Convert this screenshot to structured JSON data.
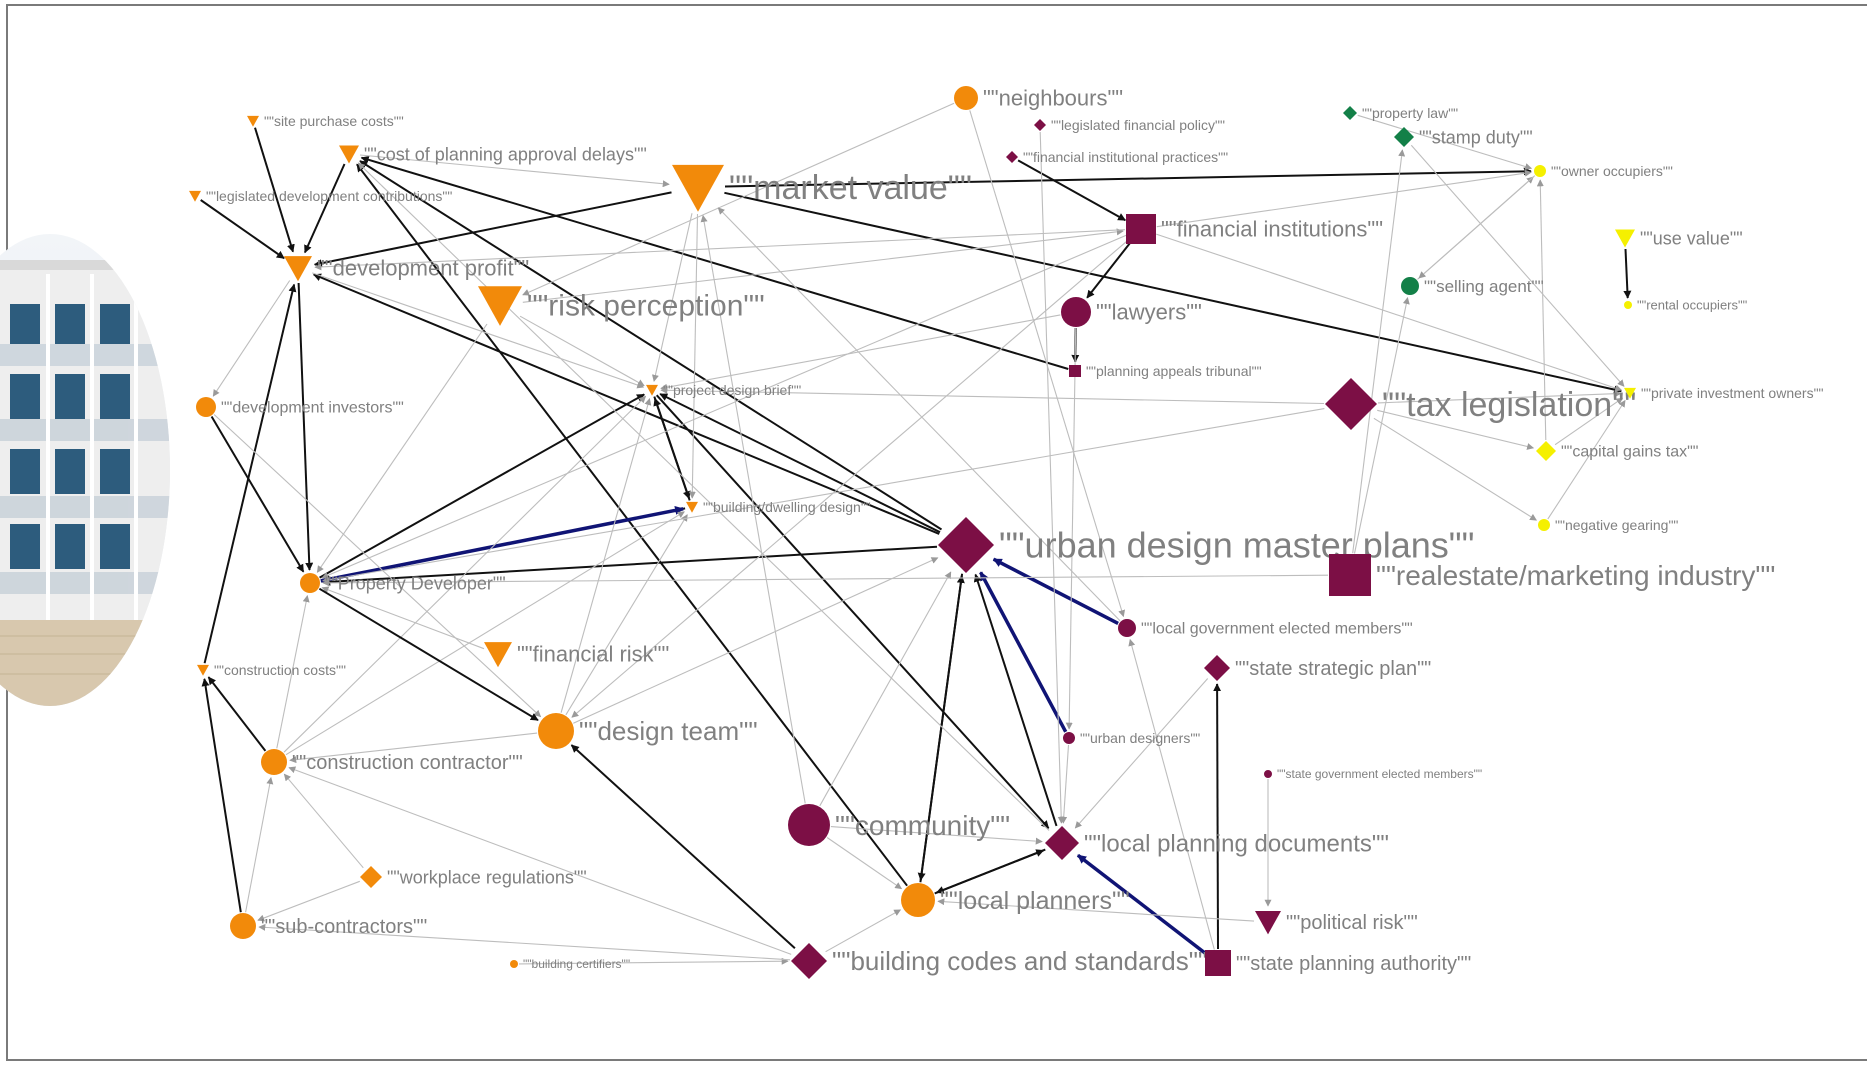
{
  "colors": {
    "orange": "#f28a0a",
    "maroon": "#7c0f45",
    "green": "#138048",
    "yellow": "#f5f000",
    "navy": "#101475",
    "edge_light": "#bdbdbd",
    "edge_dark": "#111111"
  },
  "image": {
    "description_icon": "apartment-building-photo"
  },
  "nodes": [
    {
      "id": "neighbours",
      "label": "\"\"neighbours\"\"",
      "shape": "circle",
      "color": "orange"
    },
    {
      "id": "legislated_financial_policy",
      "label": "\"\"legislated financial policy\"\"",
      "shape": "diamond",
      "color": "maroon"
    },
    {
      "id": "financial_institutional_practices",
      "label": "\"\"financial institutional practices\"\"",
      "shape": "diamond",
      "color": "maroon"
    },
    {
      "id": "property_law",
      "label": "\"\"property law\"\"",
      "shape": "diamond",
      "color": "green"
    },
    {
      "id": "stamp_duty",
      "label": "\"\"stamp duty\"\"",
      "shape": "diamond",
      "color": "green"
    },
    {
      "id": "owner_occupiers",
      "label": "\"\"owner occupiers\"\"",
      "shape": "circle",
      "color": "yellow"
    },
    {
      "id": "site_purchase_costs",
      "label": "\"\"site purchase costs\"\"",
      "shape": "triangle",
      "color": "orange"
    },
    {
      "id": "cost_of_planning_approval_delays",
      "label": "\"\"cost of planning approval delays\"\"",
      "shape": "triangle",
      "color": "orange"
    },
    {
      "id": "legislated_development_contributions",
      "label": "\"\"legislated development contributions\"\"",
      "shape": "triangle",
      "color": "orange"
    },
    {
      "id": "market_value",
      "label": "\"\"market value\"\"",
      "shape": "triangle",
      "color": "orange"
    },
    {
      "id": "financial_institutions",
      "label": "\"\"financial institutions\"\"",
      "shape": "square",
      "color": "maroon"
    },
    {
      "id": "use_value",
      "label": "\"\"use value\"\"",
      "shape": "triangle",
      "color": "yellow"
    },
    {
      "id": "development_profit",
      "label": "\"\"development profit\"\"",
      "shape": "triangle",
      "color": "orange"
    },
    {
      "id": "risk_perception",
      "label": "\"\"risk perception\"\"",
      "shape": "triangle",
      "color": "orange"
    },
    {
      "id": "lawyers",
      "label": "\"\"lawyers\"\"",
      "shape": "circle",
      "color": "maroon"
    },
    {
      "id": "selling_agent",
      "label": "\"\"selling agent\"\"",
      "shape": "circle",
      "color": "green"
    },
    {
      "id": "rental_occupiers",
      "label": "\"\"rental occupiers\"\"",
      "shape": "circle",
      "color": "yellow"
    },
    {
      "id": "planning_appeals_tribunal",
      "label": "\"\"planning appeals tribunal\"\"",
      "shape": "square",
      "color": "maroon"
    },
    {
      "id": "development_investors",
      "label": "\"\"development investors\"\"",
      "shape": "circle",
      "color": "orange"
    },
    {
      "id": "project_design_brief",
      "label": "\"\"project design brief\"\"",
      "shape": "triangle",
      "color": "orange"
    },
    {
      "id": "tax_legislation",
      "label": "\"\"tax legislation\"\"",
      "shape": "diamond",
      "color": "maroon"
    },
    {
      "id": "private_investment_owners",
      "label": "\"\"private investment owners\"\"",
      "shape": "triangle",
      "color": "yellow"
    },
    {
      "id": "capital_gains_tax",
      "label": "\"\"capital gains tax\"\"",
      "shape": "diamond",
      "color": "yellow"
    },
    {
      "id": "building_dwelling_design",
      "label": "\"\"building/dwelling design\"\"",
      "shape": "triangle",
      "color": "orange"
    },
    {
      "id": "negative_gearing",
      "label": "\"\"negative gearing\"\"",
      "shape": "circle",
      "color": "yellow"
    },
    {
      "id": "urban_design_master_plans",
      "label": "\"\"urban design master plans\"\"",
      "shape": "diamond",
      "color": "maroon"
    },
    {
      "id": "property_developer",
      "label": "\"\"Property Developer\"\"",
      "shape": "circle",
      "color": "orange"
    },
    {
      "id": "realestate_marketing_industry",
      "label": "\"\"realestate/marketing industry\"\"",
      "shape": "square",
      "color": "maroon"
    },
    {
      "id": "local_government_elected_members",
      "label": "\"\"local government elected members\"\"",
      "shape": "circle",
      "color": "maroon"
    },
    {
      "id": "financial_risk",
      "label": "\"\"financial risk\"\"",
      "shape": "triangle",
      "color": "orange"
    },
    {
      "id": "construction_costs",
      "label": "\"\"construction costs\"\"",
      "shape": "triangle",
      "color": "orange"
    },
    {
      "id": "state_strategic_plan",
      "label": "\"\"state strategic plan\"\"",
      "shape": "diamond",
      "color": "maroon"
    },
    {
      "id": "design_team",
      "label": "\"\"design team\"\"",
      "shape": "circle",
      "color": "orange"
    },
    {
      "id": "urban_designers",
      "label": "\"\"urban designers\"\"",
      "shape": "circle",
      "color": "maroon"
    },
    {
      "id": "construction_contractor",
      "label": "\"\"construction contractor\"\"",
      "shape": "circle",
      "color": "orange"
    },
    {
      "id": "state_government_elected_members",
      "label": "\"\"state government elected members\"\"",
      "shape": "circle",
      "color": "maroon"
    },
    {
      "id": "community",
      "label": "\"\"community\"\"",
      "shape": "circle",
      "color": "maroon"
    },
    {
      "id": "local_planning_documents",
      "label": "\"\"local planning documents\"\"",
      "shape": "diamond",
      "color": "maroon"
    },
    {
      "id": "workplace_regulations",
      "label": "\"\"workplace regulations\"\"",
      "shape": "diamond",
      "color": "orange"
    },
    {
      "id": "local_planners",
      "label": "\"\"local planners\"\"",
      "shape": "circle",
      "color": "orange"
    },
    {
      "id": "political_risk",
      "label": "\"\"political risk\"\"",
      "shape": "triangle",
      "color": "maroon"
    },
    {
      "id": "sub_contractors",
      "label": "\"\"sub-contractors\"\"",
      "shape": "circle",
      "color": "orange"
    },
    {
      "id": "building_certifiers",
      "label": "\"\"building certifiers\"\"",
      "shape": "circle",
      "color": "orange"
    },
    {
      "id": "building_codes_and_standards",
      "label": "\"\"building codes and standards\"\"",
      "shape": "diamond",
      "color": "maroon"
    },
    {
      "id": "state_planning_authority",
      "label": "\"\"state planning authority\"\"",
      "shape": "square",
      "color": "maroon"
    }
  ],
  "edges": [
    {
      "from": "site_purchase_costs",
      "to": "development_profit",
      "style": "dark"
    },
    {
      "from": "cost_of_planning_approval_delays",
      "to": "development_profit",
      "style": "dark"
    },
    {
      "from": "legislated_development_contributions",
      "to": "development_profit",
      "style": "dark"
    },
    {
      "from": "market_value",
      "to": "development_profit",
      "style": "dark"
    },
    {
      "from": "construction_costs",
      "to": "development_profit",
      "style": "dark"
    },
    {
      "from": "development_profit",
      "to": "property_developer",
      "style": "dark"
    },
    {
      "from": "development_profit",
      "to": "development_investors",
      "style": "light"
    },
    {
      "from": "development_investors",
      "to": "property_developer",
      "style": "dark"
    },
    {
      "from": "market_value",
      "to": "owner_occupiers",
      "style": "dark"
    },
    {
      "from": "market_value",
      "to": "private_investment_owners",
      "style": "dark"
    },
    {
      "from": "urban_design_master_plans",
      "to": "cost_of_planning_approval_delays",
      "style": "dark"
    },
    {
      "from": "local_planners",
      "to": "cost_of_planning_approval_delays",
      "style": "dark"
    },
    {
      "from": "planning_appeals_tribunal",
      "to": "cost_of_planning_approval_delays",
      "style": "dark"
    },
    {
      "from": "financial_institutional_practices",
      "to": "financial_institutions",
      "style": "dark"
    },
    {
      "from": "lawyers",
      "to": "planning_appeals_tribunal",
      "style": "dark"
    },
    {
      "from": "financial_institutions",
      "to": "lawyers",
      "style": "dark"
    },
    {
      "from": "urban_design_master_plans",
      "to": "development_profit",
      "style": "dark"
    },
    {
      "from": "urban_design_master_plans",
      "to": "property_developer",
      "style": "dark"
    },
    {
      "from": "urban_design_master_plans",
      "to": "project_design_brief",
      "style": "dark"
    },
    {
      "from": "property_developer",
      "to": "project_design_brief",
      "style": "dark"
    },
    {
      "from": "project_design_brief",
      "to": "building_dwelling_design",
      "style": "dark"
    },
    {
      "from": "building_dwelling_design",
      "to": "project_design_brief",
      "style": "dark"
    },
    {
      "from": "building_dwelling_design",
      "to": "property_developer",
      "style": "dark"
    },
    {
      "from": "property_developer",
      "to": "building_dwelling_design",
      "style": "navy"
    },
    {
      "from": "local_government_elected_members",
      "to": "urban_design_master_plans",
      "style": "navy"
    },
    {
      "from": "urban_designers",
      "to": "urban_design_master_plans",
      "style": "navy"
    },
    {
      "from": "state_planning_authority",
      "to": "local_planning_documents",
      "style": "navy"
    },
    {
      "from": "local_planning_documents",
      "to": "urban_design_master_plans",
      "style": "dark"
    },
    {
      "from": "local_planners",
      "to": "urban_design_master_plans",
      "style": "dark"
    },
    {
      "from": "urban_design_master_plans",
      "to": "local_planners",
      "style": "dark"
    },
    {
      "from": "local_planners",
      "to": "local_planning_documents",
      "style": "dark"
    },
    {
      "from": "local_planning_documents",
      "to": "local_planners",
      "style": "dark"
    },
    {
      "from": "project_design_brief",
      "to": "local_planning_documents",
      "style": "dark"
    },
    {
      "from": "state_planning_authority",
      "to": "state_strategic_plan",
      "style": "dark"
    },
    {
      "from": "sub_contractors",
      "to": "construction_costs",
      "style": "dark"
    },
    {
      "from": "construction_contractor",
      "to": "construction_costs",
      "style": "dark"
    },
    {
      "from": "building_codes_and_standards",
      "to": "design_team",
      "style": "dark"
    },
    {
      "from": "state_government_elected_members",
      "to": "political_risk",
      "style": "light"
    },
    {
      "from": "use_value",
      "to": "rental_occupiers",
      "style": "dark"
    },
    {
      "from": "tax_legislation",
      "to": "private_investment_owners",
      "style": "light"
    },
    {
      "from": "capital_gains_tax",
      "to": "private_investment_owners",
      "style": "light"
    },
    {
      "from": "negative_gearing",
      "to": "private_investment_owners",
      "style": "light"
    },
    {
      "from": "stamp_duty",
      "to": "private_investment_owners",
      "style": "light"
    },
    {
      "from": "property_law",
      "to": "owner_occupiers",
      "style": "light"
    },
    {
      "from": "selling_agent",
      "to": "owner_occupiers",
      "style": "light"
    },
    {
      "from": "capital_gains_tax",
      "to": "owner_occupiers",
      "style": "light"
    },
    {
      "from": "financial_institutions",
      "to": "owner_occupiers",
      "style": "light"
    },
    {
      "from": "owner_occupiers",
      "to": "selling_agent",
      "style": "light"
    },
    {
      "from": "tax_legislation",
      "to": "capital_gains_tax",
      "style": "light"
    },
    {
      "from": "tax_legislation",
      "to": "negative_gearing",
      "style": "light"
    },
    {
      "from": "realestate_marketing_industry",
      "to": "selling_agent",
      "style": "light"
    },
    {
      "from": "realestate_marketing_industry",
      "to": "stamp_duty",
      "style": "light"
    },
    {
      "from": "financial_institutions",
      "to": "private_investment_owners",
      "style": "light"
    },
    {
      "from": "neighbours",
      "to": "risk_perception",
      "style": "light"
    },
    {
      "from": "neighbours",
      "to": "local_government_elected_members",
      "style": "light"
    },
    {
      "from": "risk_perception",
      "to": "financial_institutions",
      "style": "light"
    },
    {
      "from": "risk_perception",
      "to": "project_design_brief",
      "style": "light"
    },
    {
      "from": "financial_risk",
      "to": "property_developer",
      "style": "light"
    },
    {
      "from": "community",
      "to": "local_planning_documents",
      "style": "light"
    },
    {
      "from": "community",
      "to": "urban_design_master_plans",
      "style": "light"
    },
    {
      "from": "community",
      "to": "local_planners",
      "style": "light"
    },
    {
      "from": "design_team",
      "to": "building_dwelling_design",
      "style": "light"
    },
    {
      "from": "design_team",
      "to": "project_design_brief",
      "style": "light"
    },
    {
      "from": "construction_contractor",
      "to": "project_design_brief",
      "style": "light"
    },
    {
      "from": "construction_contractor",
      "to": "building_dwelling_design",
      "style": "light"
    },
    {
      "from": "workplace_regulations",
      "to": "construction_contractor",
      "style": "light"
    },
    {
      "from": "workplace_regulations",
      "to": "sub_contractors",
      "style": "light"
    },
    {
      "from": "building_certifiers",
      "to": "building_codes_and_standards",
      "style": "light"
    },
    {
      "from": "building_codes_and_standards",
      "to": "construction_contractor",
      "style": "light"
    },
    {
      "from": "building_codes_and_standards",
      "to": "sub_contractors",
      "style": "light"
    },
    {
      "from": "building_codes_and_standards",
      "to": "local_planners",
      "style": "light"
    },
    {
      "from": "state_planning_authority",
      "to": "local_government_elected_members",
      "style": "light"
    },
    {
      "from": "state_strategic_plan",
      "to": "local_planning_documents",
      "style": "light"
    },
    {
      "from": "urban_designers",
      "to": "local_planning_documents",
      "style": "light"
    },
    {
      "from": "market_value",
      "to": "project_design_brief",
      "style": "light"
    },
    {
      "from": "market_value",
      "to": "building_dwelling_design",
      "style": "light"
    },
    {
      "from": "financial_institutions",
      "to": "property_developer",
      "style": "light"
    },
    {
      "from": "financial_institutions",
      "to": "development_profit",
      "style": "light"
    },
    {
      "from": "tax_legislation",
      "to": "property_developer",
      "style": "light"
    },
    {
      "from": "tax_legislation",
      "to": "project_design_brief",
      "style": "light"
    },
    {
      "from": "realestate_marketing_industry",
      "to": "property_developer",
      "style": "light"
    },
    {
      "from": "lawyers",
      "to": "project_design_brief",
      "style": "light"
    },
    {
      "from": "lawyers",
      "to": "urban_designers",
      "style": "light"
    },
    {
      "from": "legislated_financial_policy",
      "to": "local_planning_documents",
      "style": "light"
    },
    {
      "from": "financial_institutions",
      "to": "design_team",
      "style": "light"
    },
    {
      "from": "design_team",
      "to": "urban_design_master_plans",
      "style": "light"
    },
    {
      "from": "design_team",
      "to": "construction_contractor",
      "style": "light"
    },
    {
      "from": "construction_contractor",
      "to": "property_developer",
      "style": "light"
    },
    {
      "from": "sub_contractors",
      "to": "construction_contractor",
      "style": "light"
    },
    {
      "from": "development_profit",
      "to": "project_design_brief",
      "style": "light"
    },
    {
      "from": "development_investors",
      "to": "design_team",
      "style": "light"
    },
    {
      "from": "cost_of_planning_approval_delays",
      "to": "market_value",
      "style": "light"
    },
    {
      "from": "local_planning_documents",
      "to": "cost_of_planning_approval_delays",
      "style": "light"
    },
    {
      "from": "political_risk",
      "to": "local_planners",
      "style": "light"
    },
    {
      "from": "property_developer",
      "to": "design_team",
      "style": "dark"
    },
    {
      "from": "risk_perception",
      "to": "property_developer",
      "style": "light"
    },
    {
      "from": "local_government_elected_members",
      "to": "market_value",
      "style": "light"
    },
    {
      "from": "community",
      "to": "market_value",
      "style": "light"
    }
  ]
}
